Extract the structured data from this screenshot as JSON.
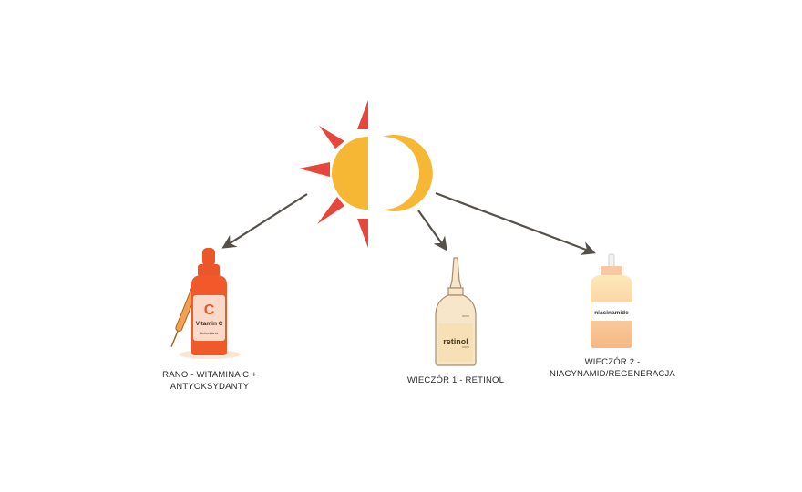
{
  "colors": {
    "sun_core": "#F6B735",
    "sun_ray": "#E8453B",
    "moon": "#F6B735",
    "arrow": "#55504A",
    "vitc_body": "#F05A2A",
    "vitc_neck": "#E9572A",
    "vitc_dropper": "#D9751D",
    "retinol_body": "#F7E6C9",
    "retinol_outline": "#A88B6A",
    "niacin_cap": "#F8C7A3",
    "niacin_body_top": "#FDE9B8",
    "niacin_body_bottom": "#F6B785"
  },
  "products": [
    {
      "key": "vitamin-c",
      "bottle_label": "Vitamin C",
      "bottle_letter": "C",
      "bottle_sublabel": "Antioxidants",
      "caption_lines": [
        "RANO - WITAMINA C +",
        "ANTYOKSYDANTY"
      ]
    },
    {
      "key": "retinol",
      "bottle_label": "retinol",
      "caption_lines": [
        "WIECZÓR 1 - RETINOL"
      ]
    },
    {
      "key": "niacinamide",
      "bottle_label": "niacinamide",
      "caption_lines": [
        "WIECZÓR 2 -",
        "NIACYNAMID/REGENERACJA"
      ]
    }
  ],
  "icons": {
    "center": "sun-moon-icon",
    "vitamin_c": "vitamin-c-serum-bottle-icon",
    "retinol": "retinol-bottle-icon",
    "niacinamide": "niacinamide-bottle-icon"
  }
}
